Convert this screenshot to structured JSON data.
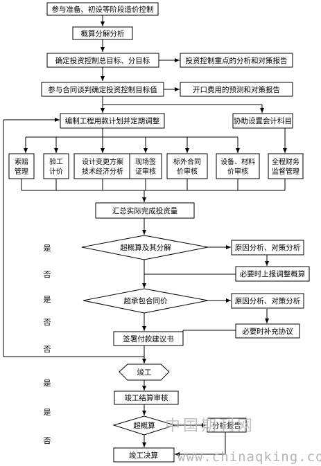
{
  "nodes": {
    "prep_stage": "参与准备、初设等阶段造价控制",
    "budget_breakdown": "概算分解分析",
    "set_targets": "确定投资控制总目标、分目标",
    "key_analysis_report": "投资控制重点的分析和对策报告",
    "contract_negotiation": "参与合同谈判确定投资控制目标值",
    "opening_cost_forecast": "开口费用的预测和对策报告",
    "payment_plan": "编制工程用款计划并定期调整",
    "accounting_subjects": "协助设置会计科目",
    "claims_mgmt_1": "索赔",
    "claims_mgmt_2": "管理",
    "acceptance_1": "验工",
    "acceptance_2": "计价",
    "design_change_1": "设计变更方案",
    "design_change_2": "技术经济分析",
    "site_visa_1": "现场签",
    "site_visa_2": "证审核",
    "extra_contract_1": "标外合同",
    "extra_contract_2": "价审核",
    "equipment_1": "设备、材料",
    "equipment_2": "价审核",
    "finance_1": "全程财务",
    "finance_2": "监督管理",
    "summarize_investment": "汇总实际完成投资量",
    "over_budget": "超概算及其分解",
    "cause_analysis_1": "原因分析、对策分析",
    "report_adjust_budget": "必要时上报调整概算",
    "over_contract": "超承包合同价",
    "cause_analysis_2": "原因分析、对策分析",
    "supplement_agreement": "必要时补充协议",
    "payment_proposal": "签署付款建议书",
    "completion": "竣工",
    "final_account_review": "竣工结算审核",
    "over_budget_final": "超概算",
    "analysis_report": "分析报告",
    "final_accounts": "竣工决算"
  },
  "side_labels": [
    "是",
    "否",
    "是",
    "否",
    "否",
    "是",
    "是",
    "否"
  ],
  "watermark": {
    "logo_text": "中国期刊网",
    "url": "www.chinaqking.com"
  }
}
